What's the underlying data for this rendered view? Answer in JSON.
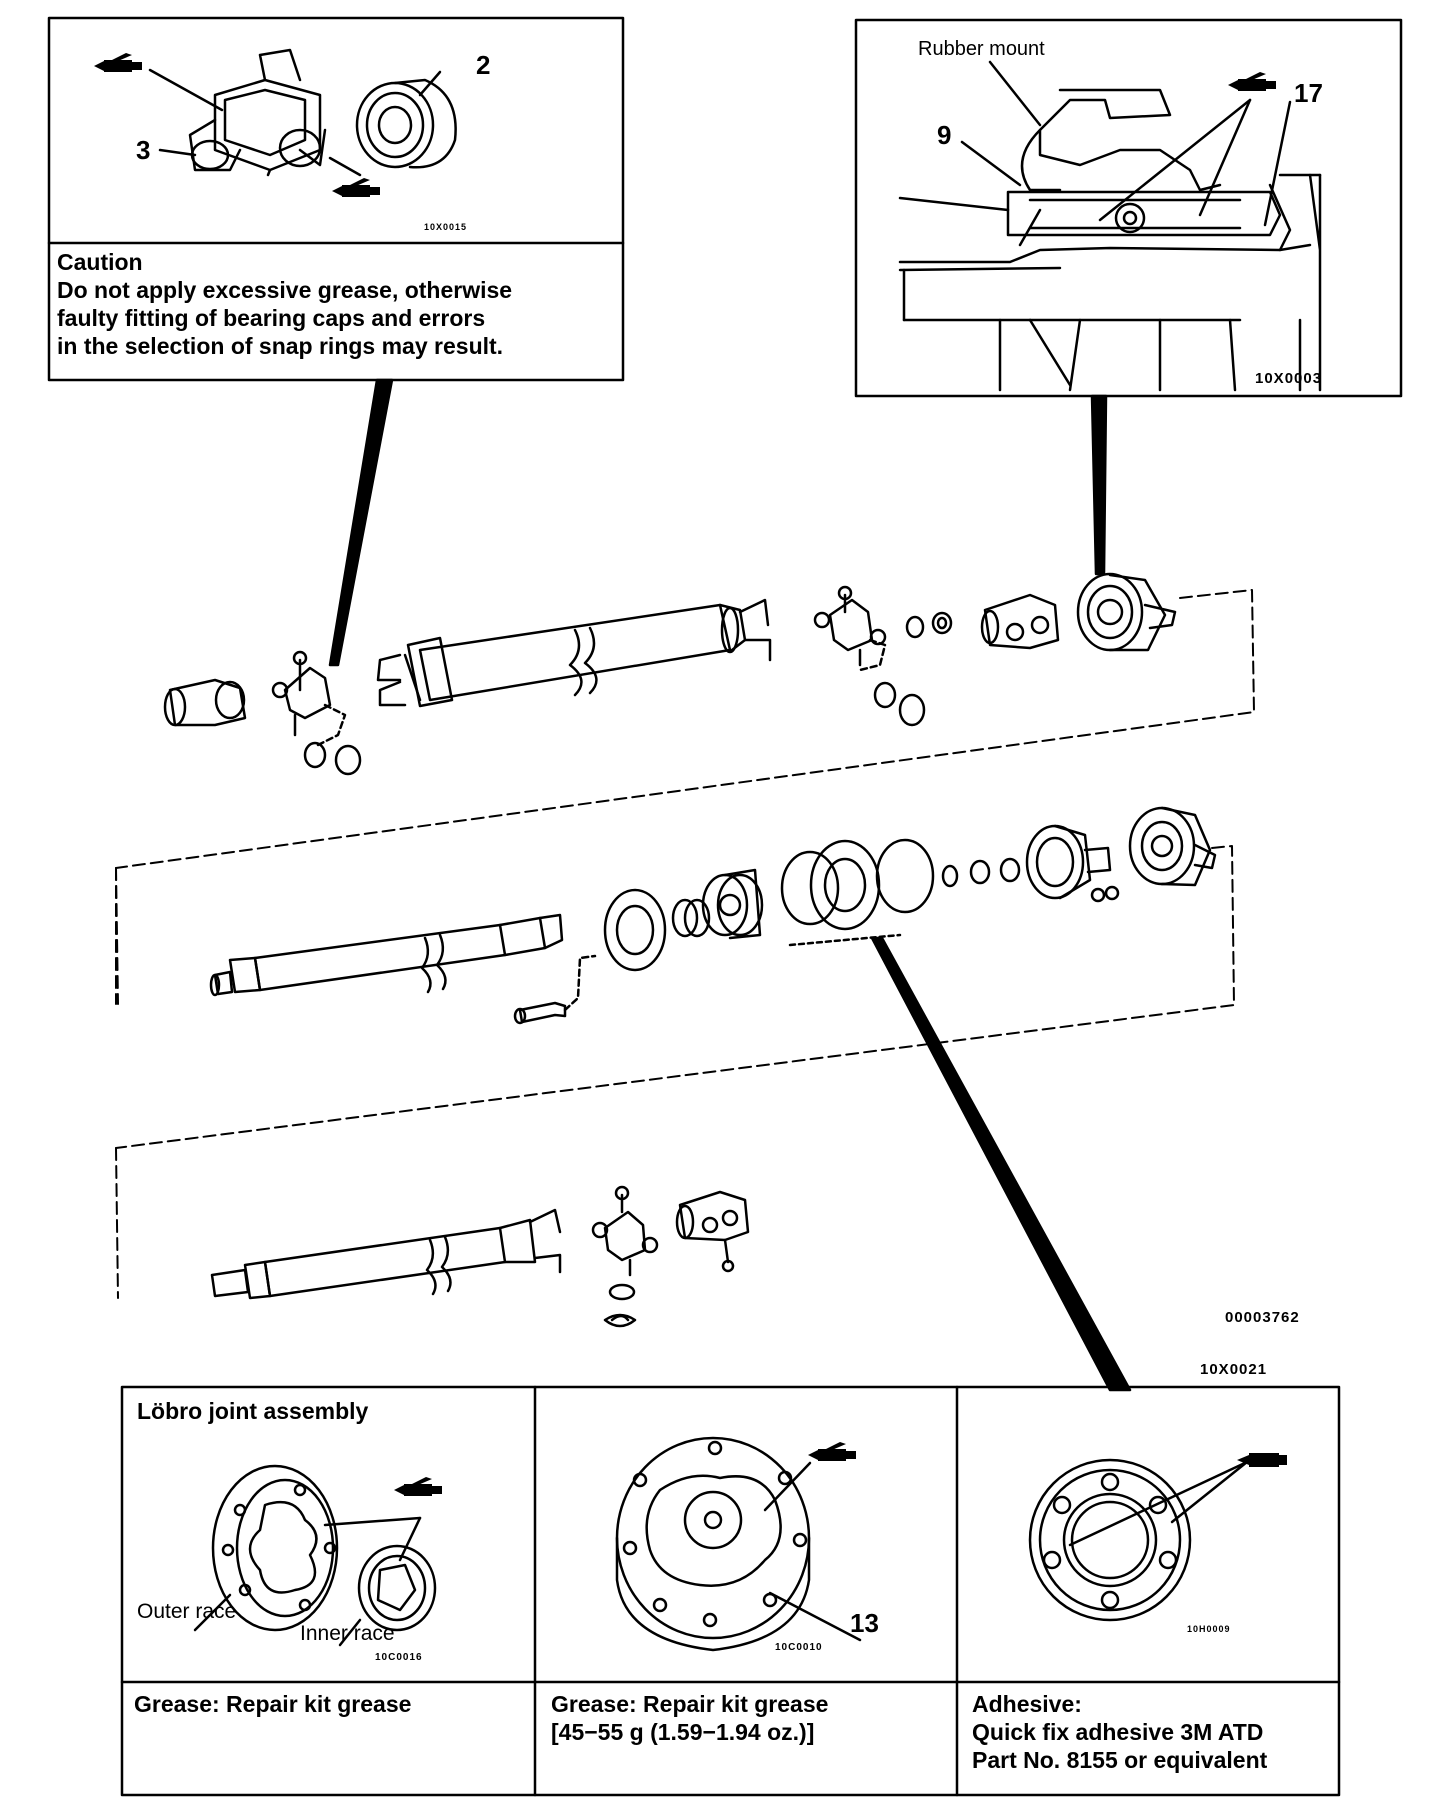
{
  "top_left_box": {
    "callouts": {
      "n2": "2",
      "n3": "3"
    },
    "image_code": "10X0015",
    "caption_title": "Caution",
    "caption_lines": [
      "Do not apply excessive grease, otherwise",
      "faulty fitting of bearing caps and errors",
      "in the selection of snap rings may result."
    ]
  },
  "top_right_box": {
    "rubber_mount_label": "Rubber mount",
    "callouts": {
      "n9": "9",
      "n17": "17"
    },
    "image_code": "10X0003"
  },
  "main": {
    "figure_code": "00003762",
    "lower_detail_code": "10X0021"
  },
  "bottom_panel": {
    "title": "Löbro joint assembly",
    "outer_race_label": "Outer race",
    "inner_race_label": "Inner race",
    "callout_13": "13",
    "image_codes": [
      "10C0016",
      "10C0010",
      "10H0009"
    ],
    "notes": [
      {
        "line1": "Grease: Repair kit grease",
        "line2": "",
        "line3": ""
      },
      {
        "line1": "Grease: Repair kit grease",
        "line2": "[45−55 g (1.59−1.94 oz.)]",
        "line3": ""
      },
      {
        "line1": "Adhesive:",
        "line2": "Quick fix adhesive 3M ATD",
        "line3": "Part No. 8155 or equivalent"
      }
    ]
  },
  "icons": [
    "grease-gun-icon",
    "adhesive-tube-icon"
  ]
}
